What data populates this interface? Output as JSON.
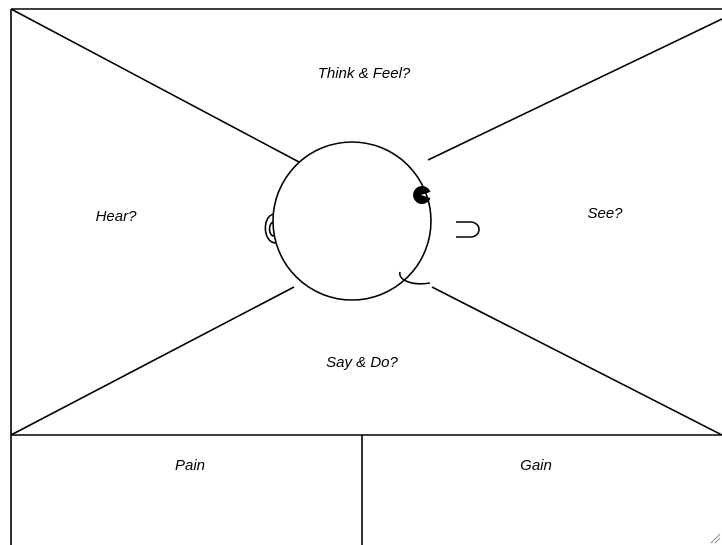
{
  "empathy_map": {
    "quadrants": {
      "think_feel": "Think & Feel?",
      "hear": "Hear?",
      "see": "See?",
      "say_do": "Say & Do?"
    },
    "bottom": {
      "pain": "Pain",
      "gain": "Gain"
    }
  },
  "colors": {
    "line": "#000000",
    "background": "#ffffff"
  }
}
